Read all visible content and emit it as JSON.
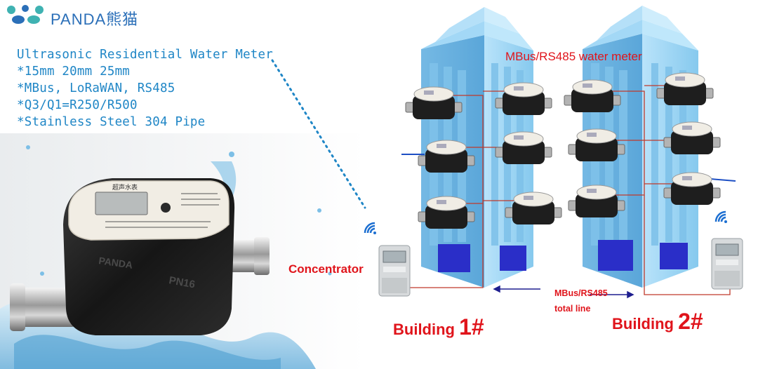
{
  "brand": {
    "name": "PANDA熊猫",
    "colors": {
      "primary": "#2b6fb8",
      "accent": "#3fb2b2"
    }
  },
  "specs": {
    "title": "Ultrasonic Residential Water Meter",
    "lines": [
      "*15mm 20mm 25mm",
      "*MBus, LoRaWAN, RS485",
      "*Q3/Q1=R250/R500",
      "*Stainless Steel 304 Pipe"
    ],
    "color": "#1f86c6"
  },
  "product": {
    "top_label": "超声水表",
    "model_label": "PN16",
    "brand_mark": "PANDA"
  },
  "diagram": {
    "meter_label": "MBus/RS485 water meter",
    "concentrator_label": "Concentrator",
    "total_line_label_1": "MBus/RS485",
    "total_line_label_2": "total line",
    "building_1_word": "Building ",
    "building_1_num": "1#",
    "building_2_word": "Building ",
    "building_2_num": "2#",
    "colors": {
      "label": "#e0141b",
      "building": "#9fd6f5",
      "window": "#2a2ec8",
      "wire": "#c0392b"
    }
  }
}
